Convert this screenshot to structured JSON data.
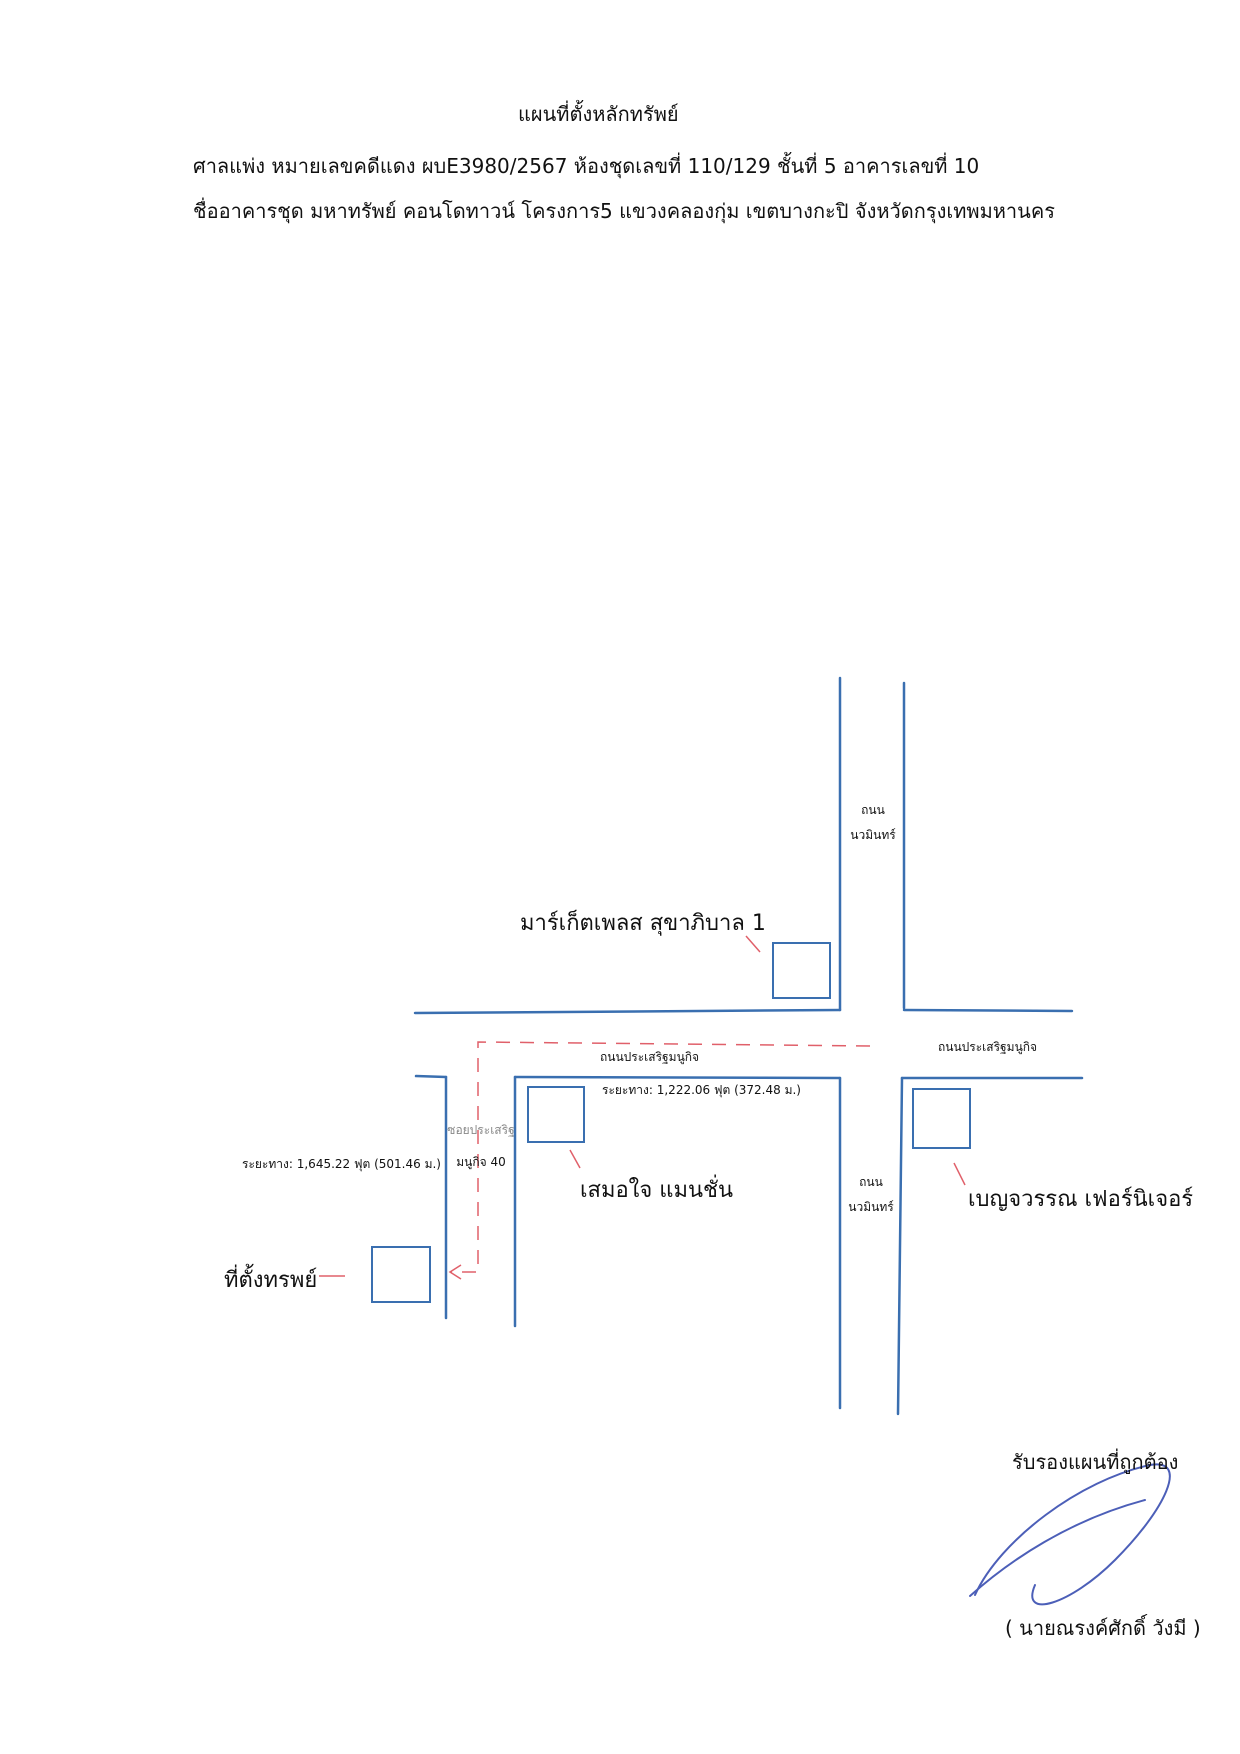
{
  "header": {
    "title": "แผนที่ตั้งหลักทรัพย์",
    "line1": "ศาลแพ่ง หมายเลขคดีแดง ผบE3980/2567 ห้องชุดเลขที่ 110/129 ชั้นที่ 5 อาคารเลขที่ 10",
    "line2": "ชื่ออาคารชุด มหาทรัพย์ คอนโดทาวน์ โครงการ5 แขวงคลองกุ่ม เขตบางกะปิ จังหวัดกรุงเทพมหานคร"
  },
  "map": {
    "road_nawamin_top": {
      "line1": "ถนน",
      "line2": "นวมินทร์"
    },
    "road_nawamin_bottom": {
      "line1": "ถนน",
      "line2": "นวมินทร์"
    },
    "road_prasert_center": "ถนนประเสริฐมนูกิจ",
    "road_prasert_right": "ถนนประเสริฐมนูกิจ",
    "soi_label": {
      "line1": "ซอยประเสริฐ",
      "line2": "มนูกิจ 40"
    },
    "distance_soi": "ระยะทาง: 1,645.22 ฟุต (501.46 ม.)",
    "distance_main": "ระยะทาง: 1,222.06 ฟุต (372.48 ม.)",
    "landmark_market": "มาร์เก็ตเพลส สุขาภิบาล 1",
    "landmark_samoejai": "เสมอใจ แมนชั่น",
    "landmark_benjawan": "เบญจวรรณ เฟอร์นิเจอร์",
    "property_label": "ที่ตั้งทรพย์",
    "colors": {
      "road": "#3a6fb0",
      "route": "#e0606a"
    }
  },
  "signature": {
    "approval": "รับรองแผนที่ถูกต้อง",
    "name": "( นายณรงค์ศักดิ์ วังมี )"
  }
}
